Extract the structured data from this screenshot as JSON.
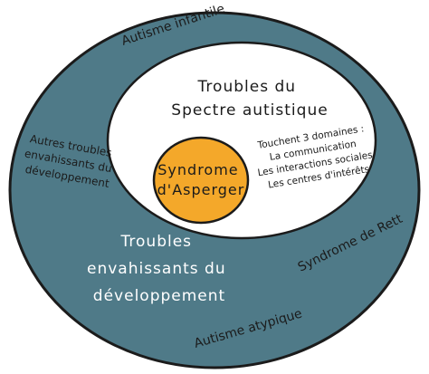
{
  "colors": {
    "outer_fill": "#4f7a88",
    "outer_stroke": "#1b1b1b",
    "inner_fill": "#ffffff",
    "core_fill": "#f4a82a",
    "text_dark": "#1b1b1b",
    "text_on_blue": "#ffffff"
  },
  "outer_circle": {
    "title_lines": [
      "Troubles",
      "envahissants du",
      "développement"
    ],
    "labels": {
      "infantile": "Autisme infantile",
      "autres": [
        "Autres troubles",
        "envahissants du",
        "développement"
      ],
      "rett": "Syndrome de Rett",
      "atypique": "Autisme atypique"
    }
  },
  "tsa": {
    "title_lines": [
      "Troubles du",
      "Spectre autistique"
    ],
    "notes": [
      "Touchent 3 domaines :",
      "La communication",
      "Les interactions sociales",
      "Les centres d'intérêts"
    ]
  },
  "asperger": {
    "title_lines": [
      "Syndrome",
      "d'Asperger"
    ]
  }
}
